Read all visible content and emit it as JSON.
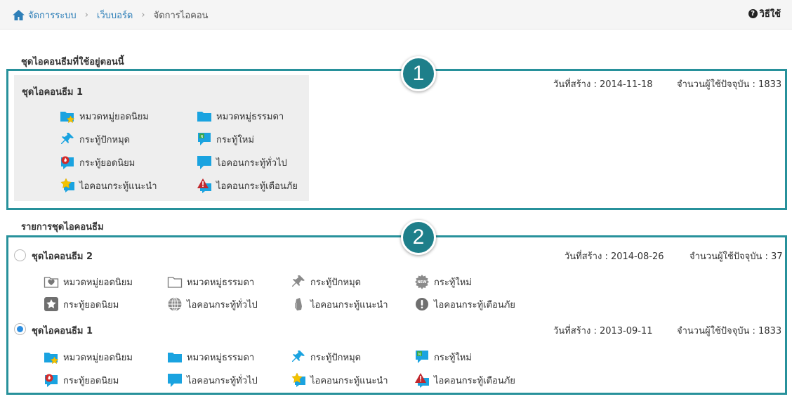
{
  "breadcrumb": {
    "items": [
      "จัดการระบบ",
      "เว็บบอร์ด"
    ],
    "current": "จัดการไอคอน"
  },
  "help_label": "วิธีใช้",
  "current_section": {
    "title": "ชุดไอคอนธีมที่ใช้อยู่ตอนนี้",
    "theme_name": "ชุดไอคอนธีม 1",
    "created": "วันที่สร้าง : 2014-11-18",
    "users": "จำนวนผู้ใช้ปัจจุบัน : 1833",
    "icons": [
      "หมวดหมู่ยอดนิยม",
      "หมวดหมู่ธรรมดา",
      "กระทู้ปักหมุด",
      "กระทู้ใหม่",
      "กระทู้ยอดนิยม",
      "ไอคอนกระทู้ทั่วไป",
      "ไอคอนกระทู้แนะนำ",
      "ไอคอนกระทู้เตือนภัย"
    ]
  },
  "list_section": {
    "title": "รายการชุดไอคอนธีม",
    "themes": [
      {
        "name": "ชุดไอคอนธีม 2",
        "created": "วันที่สร้าง : 2014-08-26",
        "users": "จำนวนผู้ใช้ปัจจุบัน : 37",
        "selected": false,
        "icons": [
          "หมวดหมู่ยอดนิยม",
          "หมวดหมู่ธรรมดา",
          "กระทู้ปักหมุด",
          "กระทู้ใหม่",
          "กระทู้ยอดนิยม",
          "ไอคอนกระทู้ทั่วไป",
          "ไอคอนกระทู้แนะนำ",
          "ไอคอนกระทู้เตือนภัย"
        ]
      },
      {
        "name": "ชุดไอคอนธีม 1",
        "created": "วันที่สร้าง : 2013-09-11",
        "users": "จำนวนผู้ใช้ปัจจุบัน : 1833",
        "selected": true,
        "icons": [
          "หมวดหมู่ยอดนิยม",
          "หมวดหมู่ธรรมดา",
          "กระทู้ปักหมุด",
          "กระทู้ใหม่",
          "กระทู้ยอดนิยม",
          "ไอคอนกระทู้ทั่วไป",
          "ไอคอนกระทู้แนะนำ",
          "ไอคอนกระทู้เตือนภัย"
        ]
      }
    ]
  },
  "callouts": [
    "1",
    "2"
  ],
  "colors": {
    "accent_teal": "#27919b",
    "link_blue": "#2e7fb8",
    "icon_blue": "#1aa3e0",
    "star_yellow": "#f2c200",
    "alert_red": "#c0282e",
    "gray_icon": "#8a8a8a"
  }
}
